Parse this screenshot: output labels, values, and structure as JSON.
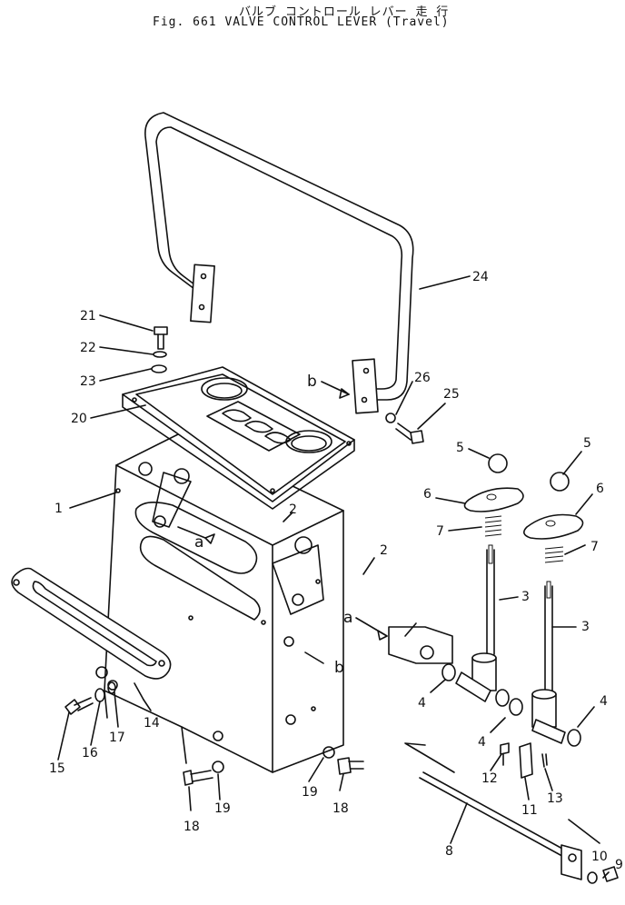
{
  "header": {
    "title_jp": "バルブ コントロール レバー    走 行",
    "title_en": "Fig. 661    VALVE CONTROL LEVER (Travel)"
  },
  "callouts": [
    "1",
    "2",
    "2",
    "3",
    "3",
    "4",
    "4",
    "4",
    "5",
    "5",
    "6",
    "6",
    "7",
    "7",
    "8",
    "9",
    "10",
    "11",
    "12",
    "13",
    "14",
    "15",
    "16",
    "17",
    "18",
    "18",
    "19",
    "19",
    "20",
    "21",
    "22",
    "23",
    "24",
    "25",
    "26"
  ],
  "view_refs": [
    "a",
    "a",
    "b",
    "b"
  ]
}
